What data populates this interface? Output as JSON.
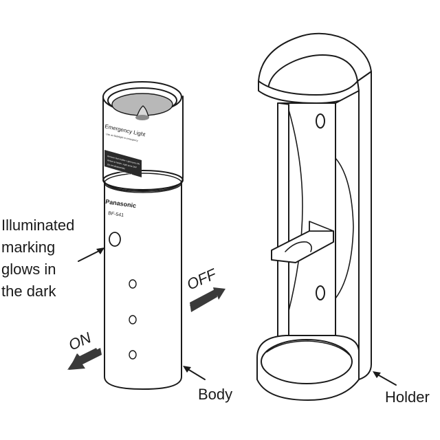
{
  "labels": {
    "illuminated_line1": "Illuminated",
    "illuminated_line2": "marking",
    "illuminated_line3": "glows in",
    "illuminated_line4": "the dark",
    "off": "OFF",
    "on": "ON",
    "body": "Body",
    "holder": "Holder"
  },
  "light_print": {
    "title": "Emergency Light",
    "subtitle": "Use as flashlight in emergency",
    "lines": [
      "Remove from holder: Light turns ON",
      "Return to holder: Light turns OFF",
      "Do not disassemble",
      "Keep out of children's reach"
    ],
    "brand": "Panasonic",
    "model": "BF-541"
  },
  "colors": {
    "line": "#1a1a1a",
    "fill": "#ffffff",
    "lens": "#b8b8b8",
    "label_panel": "#2a2a2a",
    "arrow": "#3a3a3a"
  }
}
